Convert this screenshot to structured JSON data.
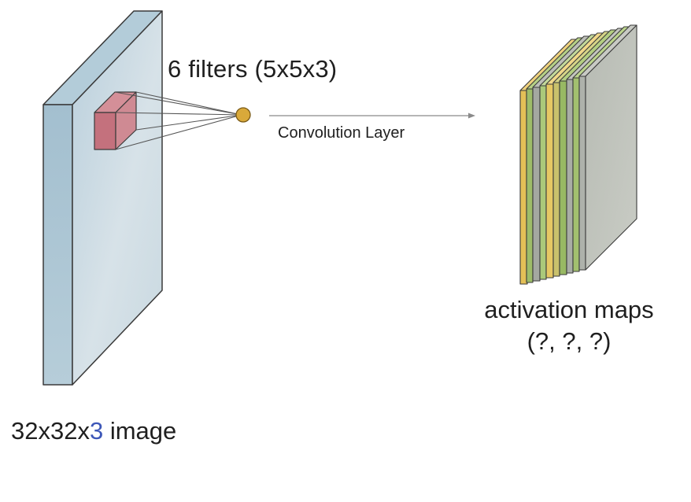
{
  "filters_label": "6 filters (5x5x3)",
  "arrow_label": "Convolution Layer",
  "output_label": {
    "line1": "activation maps",
    "line2": "(?, ?, ?)"
  },
  "input_label": {
    "dims": "32x32x",
    "channels": "3",
    "suffix": " image"
  },
  "colors": {
    "input_front": "#c9d9e3",
    "input_side": "#a9c3d2",
    "input_top": "#b7cfdc",
    "filter_cube": "#c97883",
    "neuron": "#d9a93a",
    "map_yellow": "#e8c45c",
    "map_green": "#9fbf6d",
    "map_gray": "#a7aca6",
    "accent_blue": "#3d57b8"
  },
  "icons": {
    "neuron": "filled-circle"
  }
}
